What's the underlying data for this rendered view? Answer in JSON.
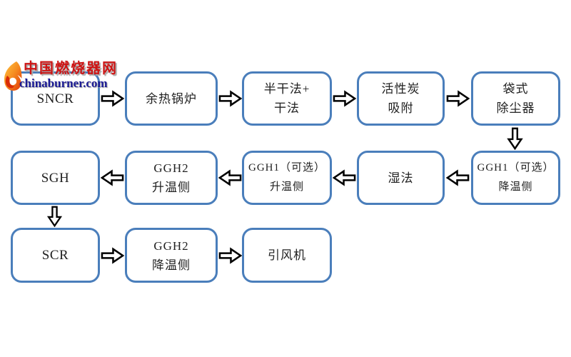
{
  "page": {
    "background": "#ffffff"
  },
  "watermark": {
    "site_name_cn": "中国燃烧器网",
    "site_url": "chinaburner.com",
    "colors": {
      "name_red": "#cd1414",
      "url_blue": "#1b1b94",
      "flame_orange": "#f58a1f",
      "flame_red": "#e03407"
    }
  },
  "flowchart": {
    "style": {
      "box_border": "#4a7ebb",
      "box_fill": "#ffffff",
      "text_color": "#212121",
      "arrow_outline": "#000000",
      "arrow_fill": "#ffffff"
    },
    "icons": {
      "arrow_right": "⇨",
      "arrow_left": "⇦",
      "arrow_down": "⇩"
    },
    "boxes": [
      {
        "id": "sncr",
        "line1": "SNCR"
      },
      {
        "id": "waste-heat-boiler",
        "line1": "余热锅炉"
      },
      {
        "id": "semi-dry-plus-dry",
        "line1": "半干法+",
        "line2": "干法"
      },
      {
        "id": "activated-carbon-adsorption",
        "line1": "活性炭",
        "line2": "吸附"
      },
      {
        "id": "bag-filter",
        "line1": "袋式",
        "line2": "除尘器"
      },
      {
        "id": "ggh1-cooling-side",
        "line1": "GGH1（可选）",
        "line2": "降温侧"
      },
      {
        "id": "wet-process",
        "line1": "湿法"
      },
      {
        "id": "ggh1-heating-side",
        "line1": "GGH1（可选）",
        "line2": "升温侧"
      },
      {
        "id": "ggh2-heating-side",
        "line1": "GGH2",
        "line2": "升温侧"
      },
      {
        "id": "sgh",
        "line1": "SGH"
      },
      {
        "id": "scr",
        "line1": "SCR"
      },
      {
        "id": "ggh2-cooling-side",
        "line1": "GGH2",
        "line2": "降温侧"
      },
      {
        "id": "induced-draft-fan",
        "line1": "引风机"
      }
    ],
    "edges": [
      {
        "from": "sncr",
        "to": "waste-heat-boiler",
        "direction": "right"
      },
      {
        "from": "waste-heat-boiler",
        "to": "semi-dry-plus-dry",
        "direction": "right"
      },
      {
        "from": "semi-dry-plus-dry",
        "to": "activated-carbon-adsorption",
        "direction": "right"
      },
      {
        "from": "activated-carbon-adsorption",
        "to": "bag-filter",
        "direction": "right"
      },
      {
        "from": "bag-filter",
        "to": "ggh1-cooling-side",
        "direction": "down"
      },
      {
        "from": "ggh1-cooling-side",
        "to": "wet-process",
        "direction": "left"
      },
      {
        "from": "wet-process",
        "to": "ggh1-heating-side",
        "direction": "left"
      },
      {
        "from": "ggh1-heating-side",
        "to": "ggh2-heating-side",
        "direction": "left"
      },
      {
        "from": "ggh2-heating-side",
        "to": "sgh",
        "direction": "left"
      },
      {
        "from": "sgh",
        "to": "scr",
        "direction": "down"
      },
      {
        "from": "scr",
        "to": "ggh2-cooling-side",
        "direction": "right"
      },
      {
        "from": "ggh2-cooling-side",
        "to": "induced-draft-fan",
        "direction": "right"
      }
    ]
  }
}
